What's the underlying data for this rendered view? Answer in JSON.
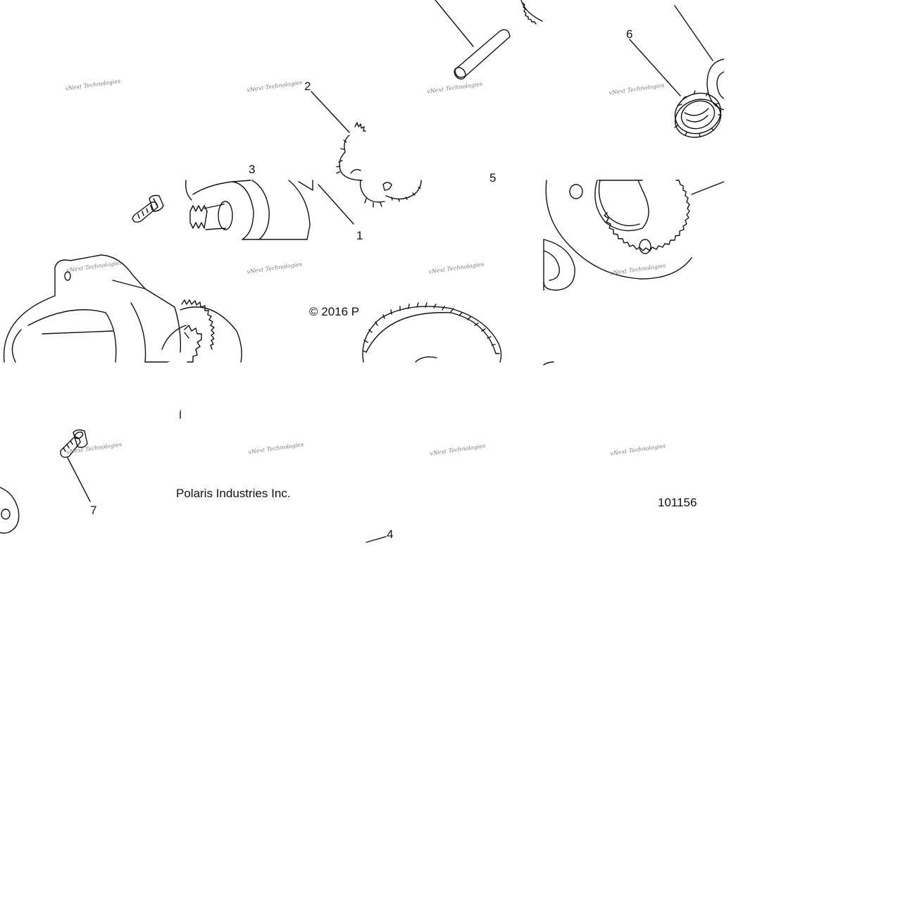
{
  "callouts": [
    {
      "id": "1",
      "text": "1"
    },
    {
      "id": "2",
      "text": "2"
    },
    {
      "id": "3",
      "text": "3"
    },
    {
      "id": "4",
      "text": "4"
    },
    {
      "id": "5",
      "text": "5"
    },
    {
      "id": "6",
      "text": "6"
    },
    {
      "id": "7",
      "text": "7"
    }
  ],
  "copyright_left": "© 2016 P",
  "copyright_right": "Polaris Industries Inc.",
  "figure_number": "101156",
  "watermark_text": "vNext Technologies",
  "colors": {
    "line": "#111111",
    "watermark": "#7a7a7a",
    "background": "#ffffff"
  }
}
